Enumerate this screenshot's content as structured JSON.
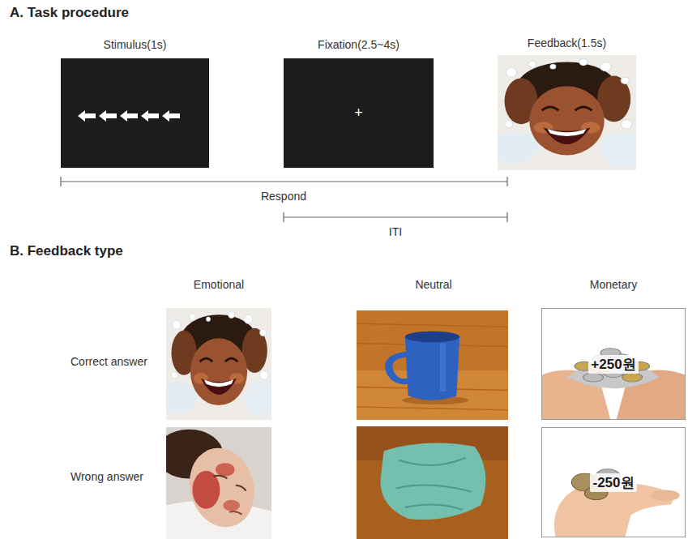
{
  "diagram": {
    "nodes": [
      {
        "text": [
          "Stimulus(1s)"
        ]
      },
      {
        "text": [
          "Fixation(2.5~4s)",
          "+"
        ]
      },
      {
        "text": [
          "Feedback(1.5s)"
        ]
      },
      {
        "text": [
          "+250원"
        ]
      },
      {
        "text": [
          "-250원"
        ]
      }
    ],
    "labels": [
      "A. Task procedure",
      "Respond",
      "ITI",
      "B. Feedback type",
      "Emotional",
      "Neutral",
      "Monetary",
      "Correct answer",
      "Wrong answer"
    ]
  }
}
